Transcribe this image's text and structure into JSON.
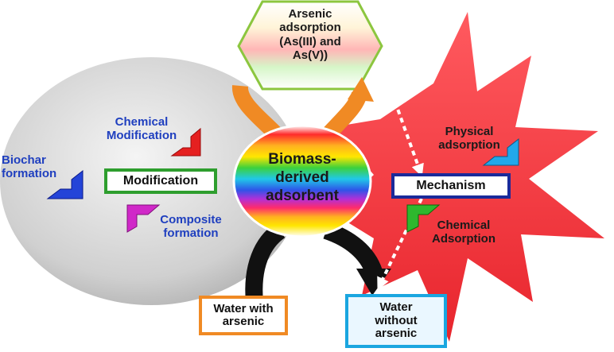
{
  "nodes": {
    "arsenic_adsorption": {
      "line1": "Arsenic",
      "line2": "adsorption",
      "line3": "(As(III) and",
      "line4": "As(V))"
    },
    "center": {
      "line1": "Biomass-",
      "line2": "derived",
      "line3": "adsorbent"
    },
    "modification": "Modification",
    "mechanism": "Mechanism",
    "chemical_modification": {
      "line1": "Chemical",
      "line2": "Modification"
    },
    "biochar_formation": {
      "line1": "Biochar",
      "line2": "formation"
    },
    "composite_formation": {
      "line1": "Composite",
      "line2": "formation"
    },
    "physical_adsorption": {
      "line1": "Physical",
      "line2": "adsorption"
    },
    "chemical_adsorption": {
      "line1": "Chemical",
      "line2": "Adsorption"
    },
    "water_with": {
      "line1": "Water with",
      "line2": "arsenic"
    },
    "water_without": {
      "line1": "Water",
      "line2": "without",
      "line3": "arsenic"
    }
  },
  "colors": {
    "ellipse": "#d4d4d4",
    "burst": "#f2333d",
    "label_blue": "#1f3fbf",
    "modification_border": "#2e9e2e",
    "mechanism_border": "#1a2a9a",
    "water_with_border": "#f08a24",
    "water_without_border": "#1aa6e0",
    "hex_border": "#8cc63f",
    "arrow_orange": "#f08a24",
    "arrow_black": "#111111"
  }
}
